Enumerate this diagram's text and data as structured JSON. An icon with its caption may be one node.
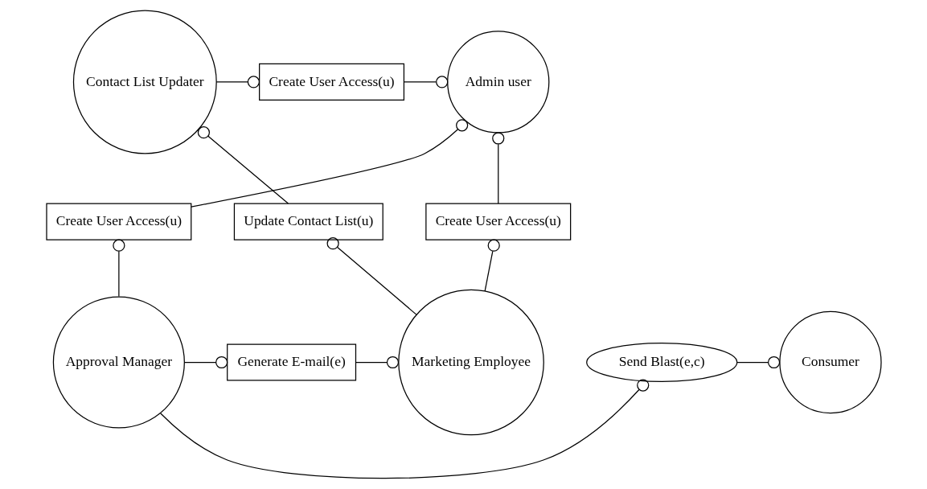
{
  "diagram": {
    "nodes": [
      {
        "text": [
          "Contact List Updater"
        ]
      },
      {
        "text": [
          "Create User Access(u)"
        ]
      },
      {
        "text": [
          "Admin user"
        ]
      },
      {
        "text": [
          "Update Contact List(u)"
        ]
      },
      {
        "text": [
          "Create User Access(u)"
        ]
      },
      {
        "text": [
          "Create User Access(u)"
        ]
      },
      {
        "text": [
          "Marketing Employee"
        ]
      },
      {
        "text": [
          "Generate E-mail(e)"
        ]
      },
      {
        "text": [
          "Approval Manager"
        ]
      },
      {
        "text": [
          "Send Blast(e,c)"
        ]
      },
      {
        "text": [
          "Consumer"
        ]
      }
    ],
    "edges": [
      {
        "from": 0,
        "to": 1,
        "arrow": "other"
      },
      {
        "from": 1,
        "to": 2,
        "arrow": "other"
      },
      {
        "from": 3,
        "to": 0,
        "arrow": "other"
      },
      {
        "from": 6,
        "to": 3,
        "arrow": "other"
      },
      {
        "from": 4,
        "to": 2,
        "arrow": "other"
      },
      {
        "from": 6,
        "to": 4,
        "arrow": "other"
      },
      {
        "from": 5,
        "to": 2,
        "arrow": "other"
      },
      {
        "from": 8,
        "to": 5,
        "arrow": "other"
      },
      {
        "from": 7,
        "to": 6,
        "arrow": "other"
      },
      {
        "from": 8,
        "to": 7,
        "arrow": "other"
      },
      {
        "from": 8,
        "to": 9,
        "arrow": "other"
      },
      {
        "from": 9,
        "to": 10,
        "arrow": "other"
      }
    ]
  }
}
